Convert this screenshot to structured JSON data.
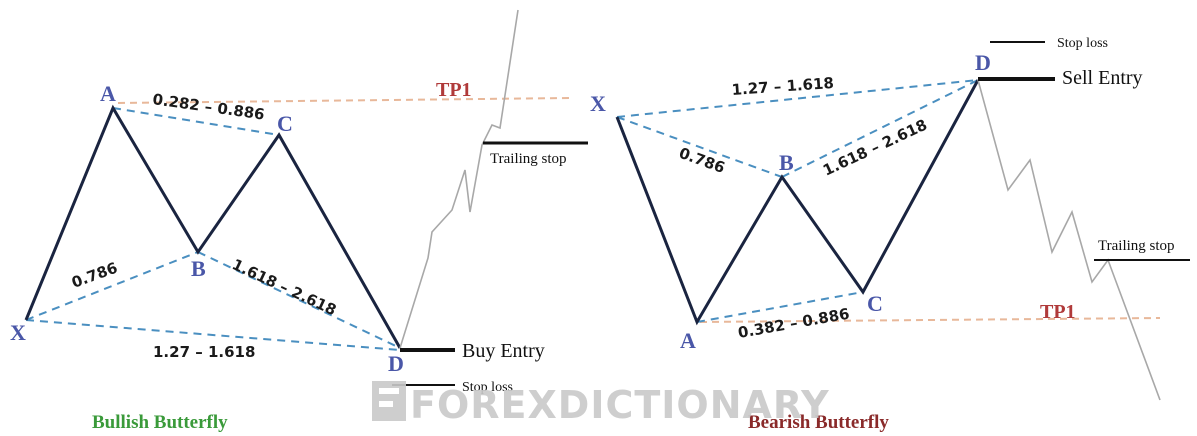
{
  "bullish": {
    "points": {
      "x": "X",
      "a": "A",
      "b": "B",
      "c": "C",
      "d": "D"
    },
    "ratios": {
      "xa_ab": "0.786",
      "ab_bc": "0.282 – 0.886",
      "bc_cd": "1.618 – 2.618",
      "xa_xd": "1.27 – 1.618"
    },
    "tp": "TP1",
    "entry": "Buy Entry",
    "stop_loss": "Stop loss",
    "trailing_stop": "Trailing stop",
    "title": "Bullish Butterfly",
    "title_color": "#3a9a3a"
  },
  "bearish": {
    "points": {
      "x": "X",
      "a": "A",
      "b": "B",
      "c": "C",
      "d": "D"
    },
    "ratios": {
      "xa_ab": "0.786",
      "ab_bc": "0.382 – 0.886",
      "bc_cd": "1.618 – 2.618",
      "xa_xd": "1.27 – 1.618"
    },
    "tp": "TP1",
    "entry": "Sell Entry",
    "stop_loss": "Stop loss",
    "trailing_stop": "Trailing stop",
    "title": "Bearish Butterfly",
    "title_color": "#8a2a2a"
  },
  "watermark": "FOREXDICTIONARY",
  "colors": {
    "pattern_line": "#1a2440",
    "dashed_line": "#4a8fc0",
    "tp_line": "#e8b89a",
    "price_line": "#a8a8a8",
    "point_label": "#4a57a8",
    "tp_label": "#b03a3a"
  }
}
